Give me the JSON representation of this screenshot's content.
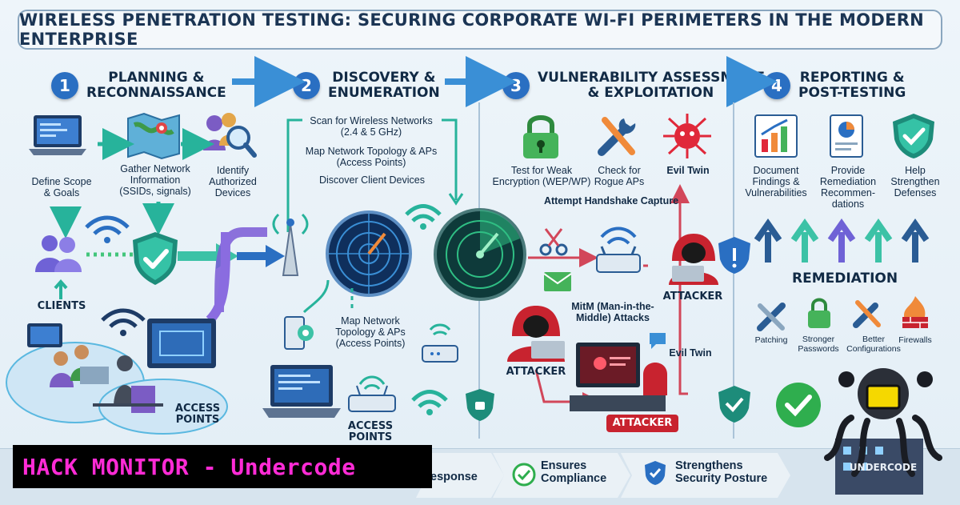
{
  "title": "WIRELESS PENETRATION TESTING: SECURING CORPORATE WI-FI PERIMETERS IN THE MODERN ENTERPRISE",
  "phases": [
    {
      "num": "1",
      "title": "PLANNING &\nRECONNAISSANCE"
    },
    {
      "num": "2",
      "title": "DISCOVERY &\nENUMERATION"
    },
    {
      "num": "3",
      "title": "VULNERABILITY ASSESSMENT\n& EXPLOITATION"
    },
    {
      "num": "4",
      "title": "REPORTING &\nPOST-TESTING"
    }
  ],
  "phase1": {
    "define_scope": "Define Scope\n& Goals",
    "gather_info": "Gather Network\nInformation\n(SSIDs, signals)",
    "identify_devices": "Identify\nAuthorized\nDevices",
    "clients": "CLIENTS",
    "access_points": "ACCESS\nPOINTS"
  },
  "phase2": {
    "scan": "Scan for Wireless Networks\n(2.4 & 5 GHz)",
    "map_topology": "Map Network Topology & APs\n(Access Points)",
    "discover_clients": "Discover Client Devices",
    "map_topology_2": "Map Network\nTopology & APs\n(Access Points)",
    "access_points": "ACCESS POINTS"
  },
  "phase3": {
    "test_encryption": "Test for Weak\nEncryption (WEP/WP)",
    "rogue_aps": "Check for\nRogue APs",
    "evil_twin": "Evil Twin",
    "handshake": "Attempt Handshake Capture",
    "attacker_1": "ATTACKER",
    "mitm": "MitM (Man-in-the-\nMiddle) Attacks",
    "attacker_2": "ATTACKER",
    "evil_twin_2": "Evil Twin",
    "attacker_3": "ATTACKER"
  },
  "phase4": {
    "document": "Document\nFindings &\nVulnerabilities",
    "remediation_recs": "Provide\nRemediation\nRecommen-\ndations",
    "strengthen": "Help\nStrengthen\nDefenses",
    "remediation_title": "REMEDIATION",
    "patching": "Patching",
    "passwords": "Stronger\nPasswords",
    "configs": "Better\nConfigurations",
    "firewalls": "Firewalls"
  },
  "bottom": {
    "response": "esponse",
    "compliance": "Ensures\nCompliance",
    "security": "Strengthens\nSecurity Posture"
  },
  "banner": "HACK MONITOR - Undercode",
  "logo_text": "UNDERCODE",
  "colors": {
    "accent_blue": "#2a6fc2",
    "teal": "#27b39b",
    "attacker_red": "#c8232f",
    "banner_pink": "#ff2bd6",
    "check_green": "#2fae4e"
  },
  "icons": [
    "laptop-icon",
    "map-icon",
    "people-search-icon",
    "users-icon",
    "shield-check-icon",
    "wifi-icon",
    "router-icon",
    "radar-icon",
    "lock-icon",
    "tools-icon",
    "virus-icon",
    "hacker-icon",
    "chart-icon",
    "document-icon",
    "firewall-icon",
    "check-circle-icon"
  ]
}
